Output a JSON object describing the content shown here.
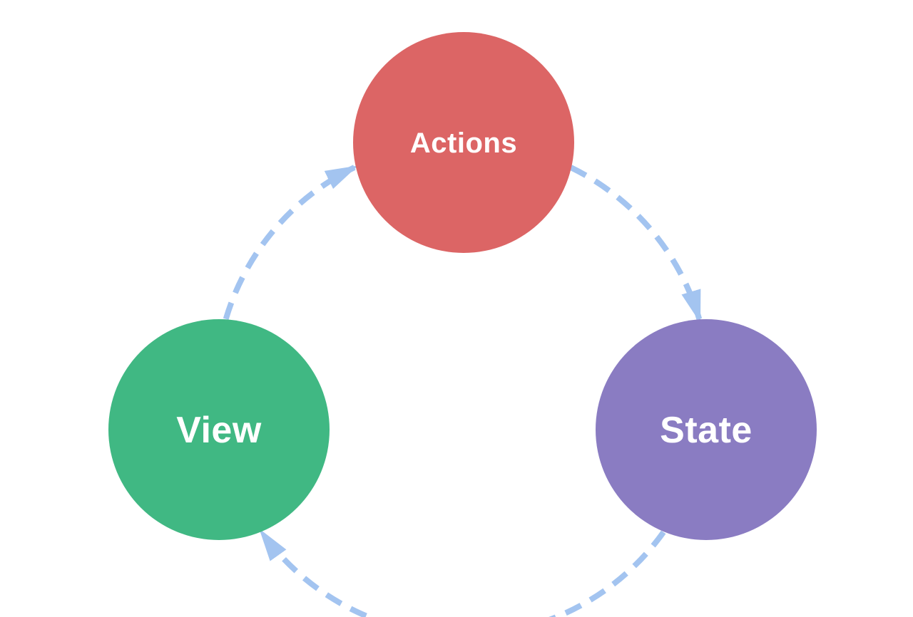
{
  "diagram": {
    "background_color": "#ffffff",
    "label_color": "#ffffff",
    "arrow_color": "#a3c4f0",
    "nodes": [
      {
        "id": "actions",
        "label": "Actions",
        "color": "#dc6565"
      },
      {
        "id": "state",
        "label": "State",
        "color": "#8a7cc2"
      },
      {
        "id": "view",
        "label": "View",
        "color": "#40b883"
      }
    ],
    "edges": [
      {
        "from": "view",
        "to": "actions",
        "style": "dashed-arrow"
      },
      {
        "from": "actions",
        "to": "state",
        "style": "dashed-arrow"
      },
      {
        "from": "state",
        "to": "view",
        "style": "dashed-arrow"
      }
    ]
  }
}
